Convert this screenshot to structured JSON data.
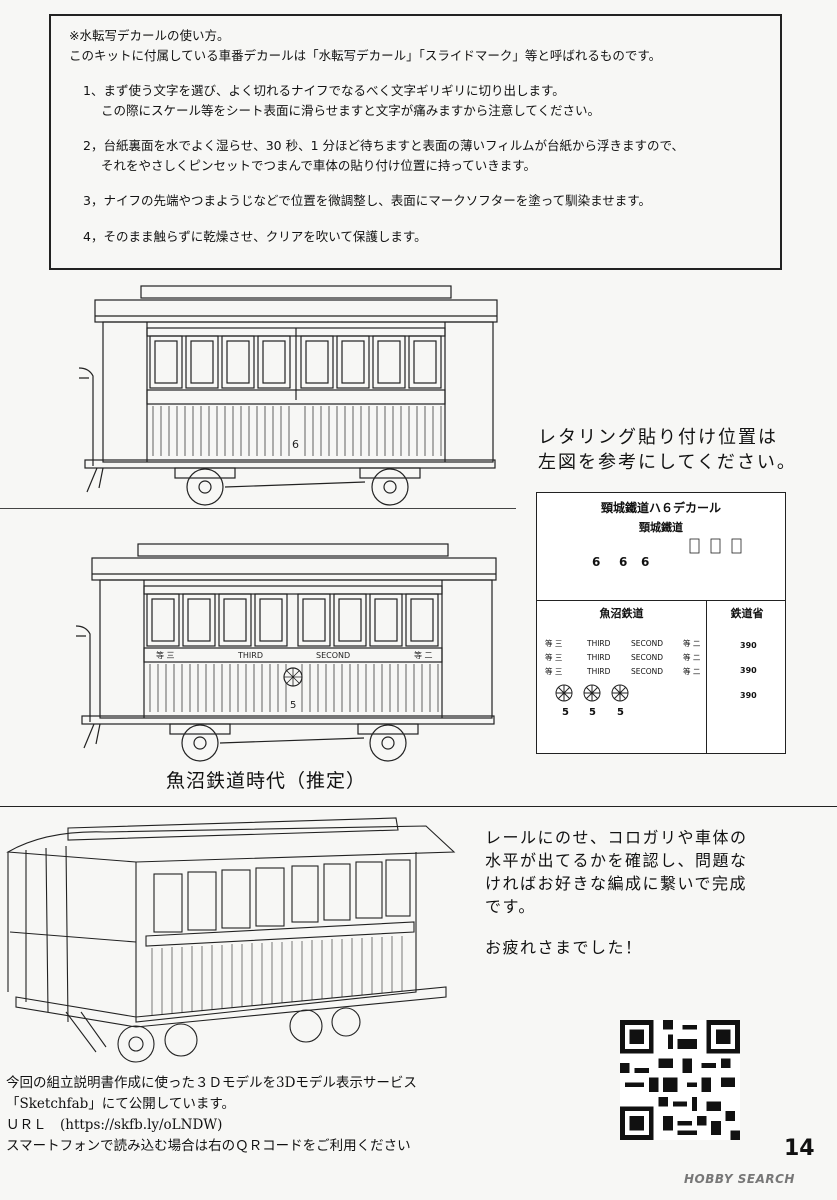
{
  "notes": {
    "heading": "※水転写デカールの使い方。",
    "intro": "このキットに付属している車番デカールは「水転写デカール」「スライドマーク」等と呼ばれるものです。",
    "step1_a": "1、まず使う文字を選び、よく切れるナイフでなるべく文字ギリギリに切り出します。",
    "step1_b": "この際にスケール等をシート表面に滑らせますと文字が痛みますから注意してください。",
    "step2_a": "2，台紙裏面を水でよく湿らせ、30 秒、1 分ほど待ちますと表面の薄いフィルムが台紙から浮きますので、",
    "step2_b": "それをやさしくピンセットでつまんで車体の貼り付け位置に持っていきます。",
    "step3": "3，ナイフの先端やつまようじなどで位置を微調整し、表面にマークソフターを塗って馴染ませます。",
    "step4": "4，そのまま触らずに乾燥させ、クリアを吹いて保護します。"
  },
  "lettering_note": {
    "line1": "レタリング貼り付け位置は",
    "line2": "左図を参考にしてください。"
  },
  "car1": {
    "number": "6"
  },
  "car2": {
    "band_left": "等 三",
    "band_third": "THIRD",
    "band_second": "SECOND",
    "band_right": "等 二",
    "number": "5"
  },
  "decal_sheet": {
    "title": "頸城鐵道ハ６デカール",
    "subtitle": "頸城鐵道",
    "numbers_top": [
      "6",
      "6",
      "6"
    ],
    "uonuma_title": "魚沼鉄道",
    "ministry_title": "鉄道省",
    "class_rows": [
      {
        "left": "等 三",
        "third": "THIRD",
        "second": "SECOND",
        "right": "等 二"
      },
      {
        "left": "等 三",
        "third": "THIRD",
        "second": "SECOND",
        "right": "等 二"
      },
      {
        "left": "等 三",
        "third": "THIRD",
        "second": "SECOND",
        "right": "等 二"
      }
    ],
    "numbers_bottom": [
      "5",
      "5",
      "5"
    ],
    "ministry_numbers": [
      "390",
      "390",
      "390"
    ]
  },
  "era_caption": "魚沼鉄道時代（推定）",
  "finish_note": {
    "line1": "レールにのせ、コロガリや車体の",
    "line2": "水平が出てるかを確認し、問題な",
    "line3": "ければお好きな編成に繋いで完成",
    "line4": "です。",
    "line5": "お疲れさまでした！"
  },
  "sketchfab_note": {
    "line1": "今回の組立説明書作成に使った３Ｄモデルを3Dモデル表示サービス",
    "line2": "「Sketchfab」にて公開しています。",
    "line3": "ＵＲＬ　(https://skfb.ly/oLNDW)",
    "line4": "スマートフォンで読み込む場合は右のＱＲコードをご利用ください"
  },
  "page_number": "14",
  "watermark": "HOBBY SEARCH"
}
